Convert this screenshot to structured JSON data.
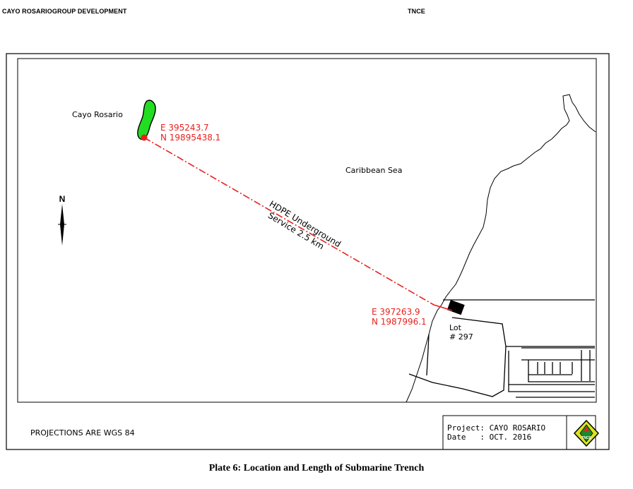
{
  "header": {
    "left": "CAYO ROSARIOGROUP DEVELOPMENT",
    "center": "TNCE"
  },
  "map": {
    "island_label": "Cayo Rosario",
    "sea_label": "Caribbean Sea",
    "north_label": "N",
    "start_point": {
      "easting": "E 395243.7",
      "northing": "N 19895438.1"
    },
    "end_point": {
      "easting": "E 397263.9",
      "northing": "N 1987996.1"
    },
    "route_line1": "HDPE Underground",
    "route_line2": "Service 2.5 km",
    "lot_label_line1": "Lot",
    "lot_label_line2": "# 297",
    "colors": {
      "island": "#22dd22",
      "route": "#e8211f",
      "ink": "#000000"
    }
  },
  "footer": {
    "projection_note": "PROJECTIONS ARE WGS 84",
    "project_line": "Project: CAYO ROSARIO",
    "date_line": "Date   : OCT. 2016",
    "logo_text": "TNCE"
  },
  "caption": "Plate 6: Location and Length of Submarine Trench"
}
